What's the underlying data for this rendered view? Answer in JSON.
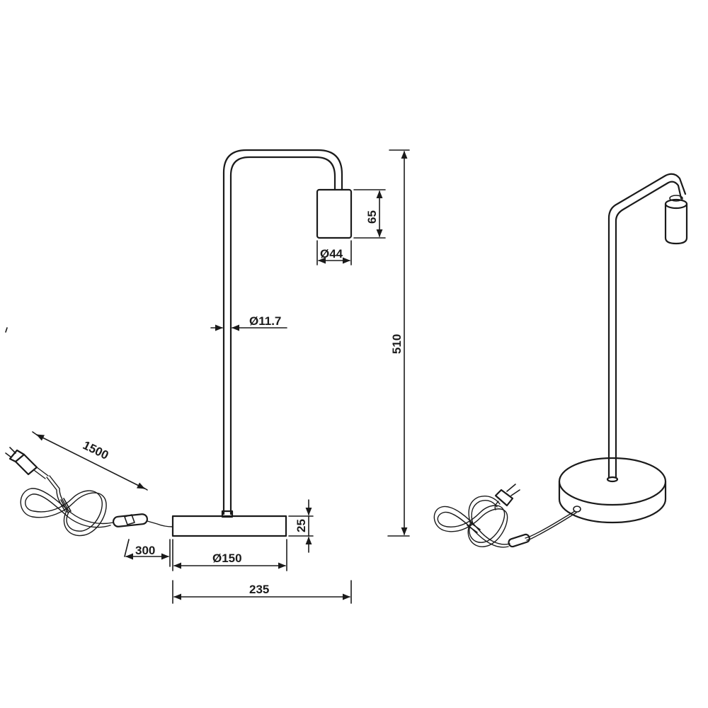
{
  "dimensions": {
    "cord_length": "1500",
    "switch_distance": "300",
    "base_diameter": "Ø150",
    "total_width": "235",
    "base_height": "25",
    "total_height": "510",
    "stem_diameter": "Ø11.7",
    "socket_height": "65",
    "socket_diameter": "Ø44"
  },
  "colors": {
    "line": "#1a1a1a",
    "background": "#ffffff"
  }
}
